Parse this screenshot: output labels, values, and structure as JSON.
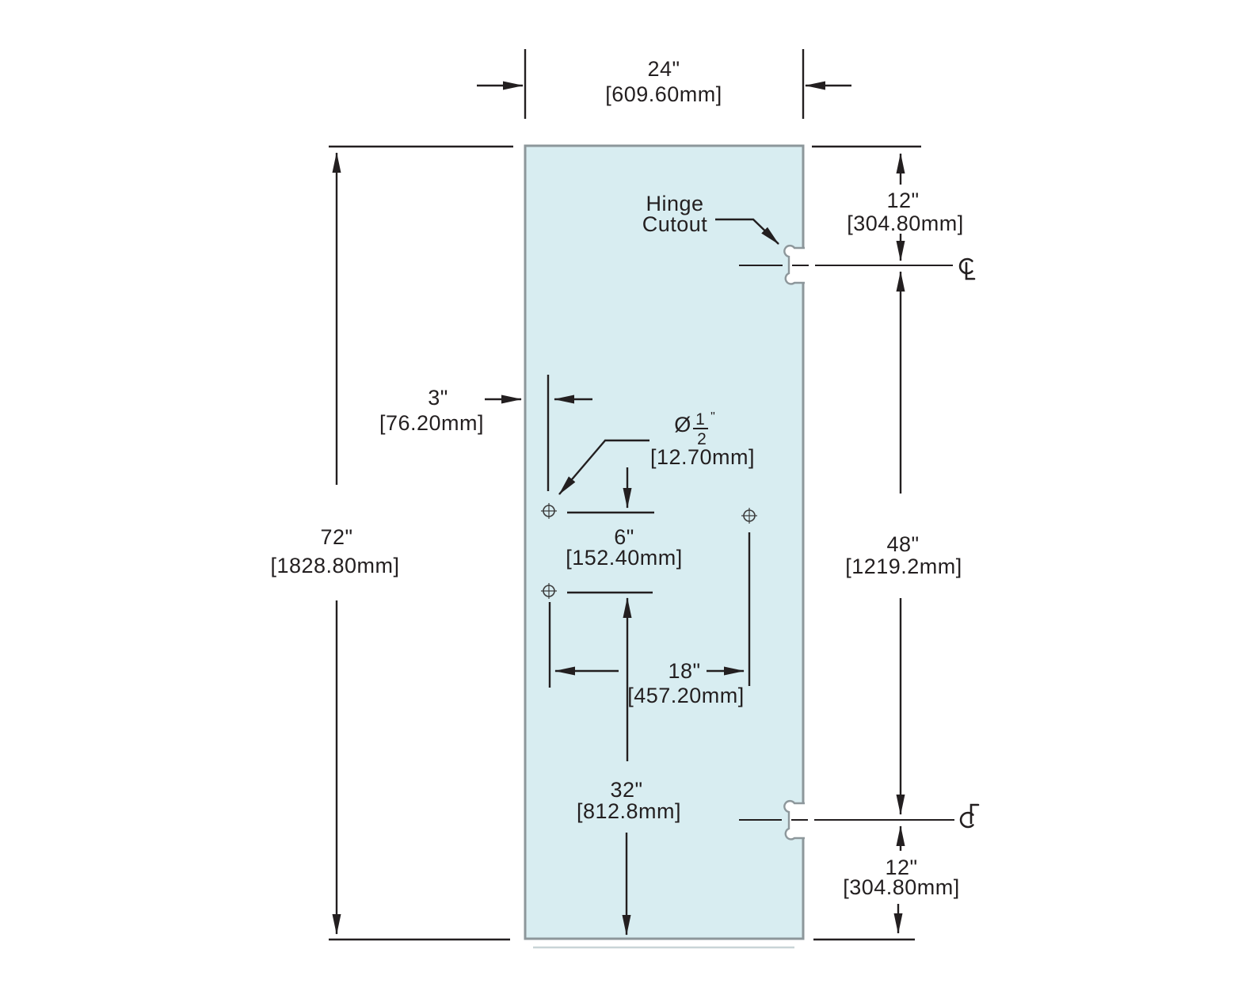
{
  "drawing": {
    "kind": "glass door hinge and hole placement drawing",
    "labels": {
      "hinge_line1": "Hinge",
      "hinge_line2": "Cutout",
      "centerline_symbol": "CL"
    },
    "dims": {
      "width_in": "24\"",
      "width_mm": "[609.60mm]",
      "height_in": "72\"",
      "height_mm": "[1828.80mm]",
      "edge_offset_in": "3\"",
      "edge_offset_mm": "[76.20mm]",
      "dia_symbol": "Ø",
      "dia_num": "1",
      "dia_den": "2",
      "dia_inch": "\"",
      "dia_mm": "[12.70mm]",
      "vspace_in": "6\"",
      "vspace_mm": "[152.40mm]",
      "hspace_in": "18\"",
      "hspace_mm": "[457.20mm]",
      "bottom_offset_in": "32\"",
      "bottom_offset_mm": "[812.8mm]",
      "hinge_top_in": "12\"",
      "hinge_top_mm": "[304.80mm]",
      "hinge_span_in": "48\"",
      "hinge_span_mm": "[1219.2mm]",
      "hinge_bottom_in": "12\"",
      "hinge_bottom_mm": "[304.80mm]"
    },
    "colors": {
      "glass": "#d8edf1",
      "glass_border": "#8d979b",
      "ink": "#231f20"
    }
  }
}
